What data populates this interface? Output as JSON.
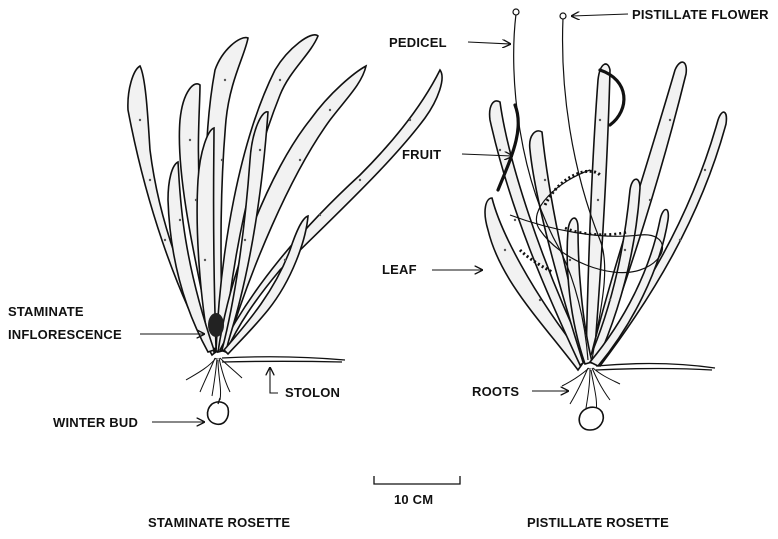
{
  "colors": {
    "ink": "#111111",
    "leaf_fill": "#f2f2f2",
    "background": "#ffffff"
  },
  "labels": {
    "pistillate_flower": "PISTILLATE FLOWER",
    "pedicel": "PEDICEL",
    "fruit": "FRUIT",
    "leaf": "LEAF",
    "roots": "ROOTS",
    "staminate_line1": "STAMINATE",
    "staminate_line2": "INFLORESCENCE",
    "stolon": "STOLON",
    "winter_bud": "WINTER BUD",
    "scale": "10 CM"
  },
  "captions": {
    "staminate": "STAMINATE ROSETTE",
    "pistillate": "PISTILLATE ROSETTE"
  }
}
